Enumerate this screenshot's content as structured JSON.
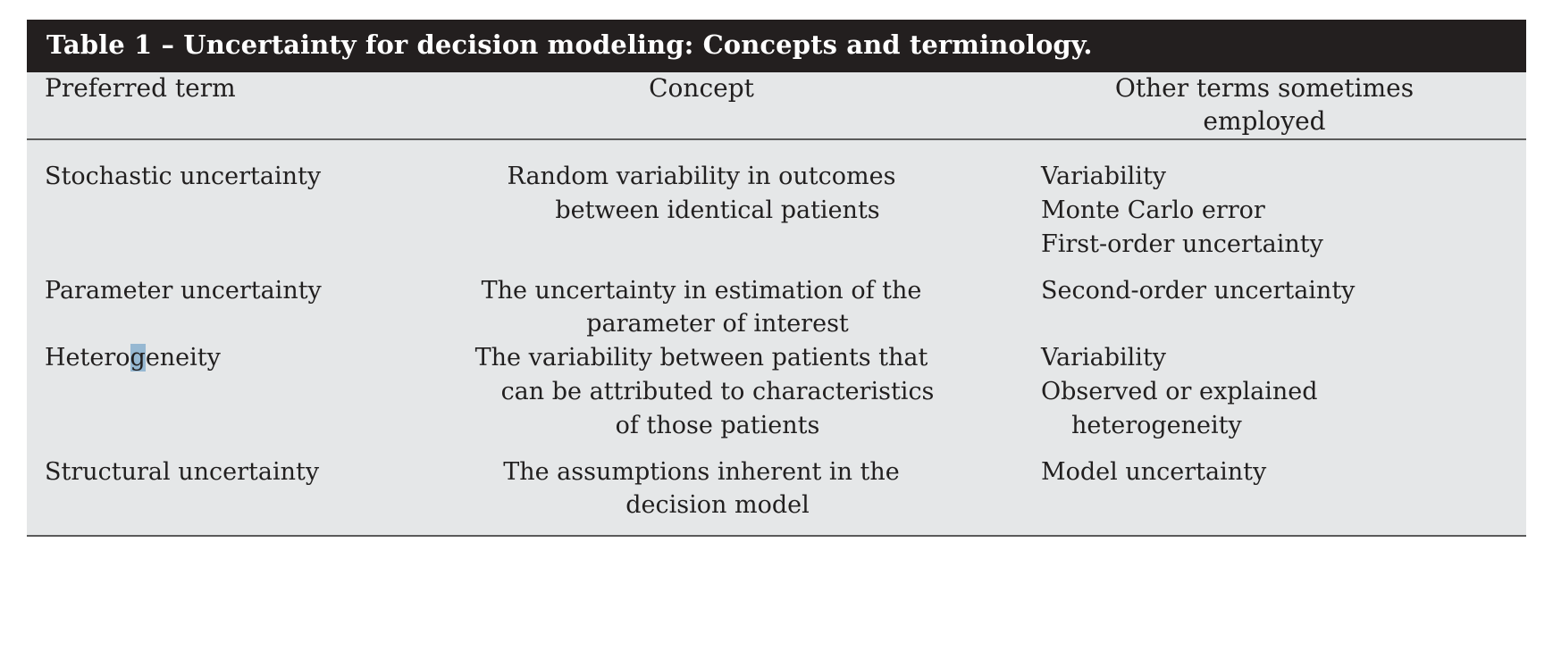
{
  "table": {
    "caption": "Table 1 – Uncertainty for decision modeling: Concepts and terminology.",
    "caption_bg": "#231f1f",
    "caption_color": "#ffffff",
    "body_bg": "#e5e7e8",
    "rule_color": "#5a5a5a",
    "selection_highlight_color": "#96b8d2",
    "headers": {
      "col1": "Preferred term",
      "col2": "Concept",
      "col3_line1": "Other terms sometimes",
      "col3_line2": "employed"
    },
    "rows": [
      {
        "term": "Stochastic uncertainty",
        "concept_line1": "Random variability in outcomes",
        "concept_line2": "between identical patients",
        "other_line1": "Variability",
        "other_line2": "Monte Carlo error",
        "other_line3": "First-order uncertainty"
      },
      {
        "term": "Parameter uncertainty",
        "concept_line1": "The uncertainty in estimation of the",
        "concept_line2": "parameter of interest",
        "other_line1": "Second-order uncertainty"
      },
      {
        "term_prefix": "Hetero",
        "term_highlighted": "g",
        "term_suffix": "eneity",
        "concept_line1": "The variability between patients that",
        "concept_line2": "can be attributed to characteristics",
        "concept_line3": "of those patients",
        "other_line1": "Variability",
        "other_line2": "Observed or explained",
        "other_line3": "heterogeneity"
      },
      {
        "term": "Structural uncertainty",
        "concept_line1": "The assumptions inherent in the",
        "concept_line2": "decision model",
        "other_line1": "Model uncertainty"
      }
    ]
  }
}
